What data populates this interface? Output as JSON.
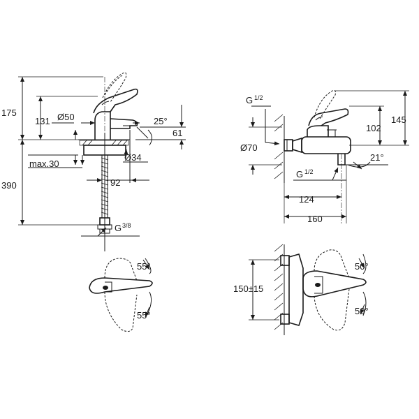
{
  "basin_mixer": {
    "dims": {
      "total_height": "175",
      "spout_height": "131",
      "body_diameter": "Ø50",
      "spout_angle": "25°",
      "spout_reach_vertical": "61",
      "fixing_diameter": "Ø34",
      "max_thickness": "max.30",
      "spout_projection": "92",
      "hose_length": "390",
      "connection_thread": "G",
      "connection_thread_frac": "3/8"
    },
    "plan": {
      "lever_angle_top": "55°",
      "lever_angle_bottom": "55°"
    }
  },
  "bath_mixer": {
    "dims": {
      "inlet_thread_top": "G",
      "inlet_thread_top_frac": "1/2",
      "total_height": "145",
      "outlet_height": "102",
      "escutcheon_diameter": "Ø70",
      "spout_angle": "21°",
      "outlet_thread": "G",
      "outlet_thread_frac": "1/2",
      "projection_outlet": "124",
      "projection_total": "160"
    },
    "plan": {
      "inlet_spacing": "150±15",
      "lever_angle_top": "50°",
      "lever_angle_bottom": "50°"
    }
  }
}
